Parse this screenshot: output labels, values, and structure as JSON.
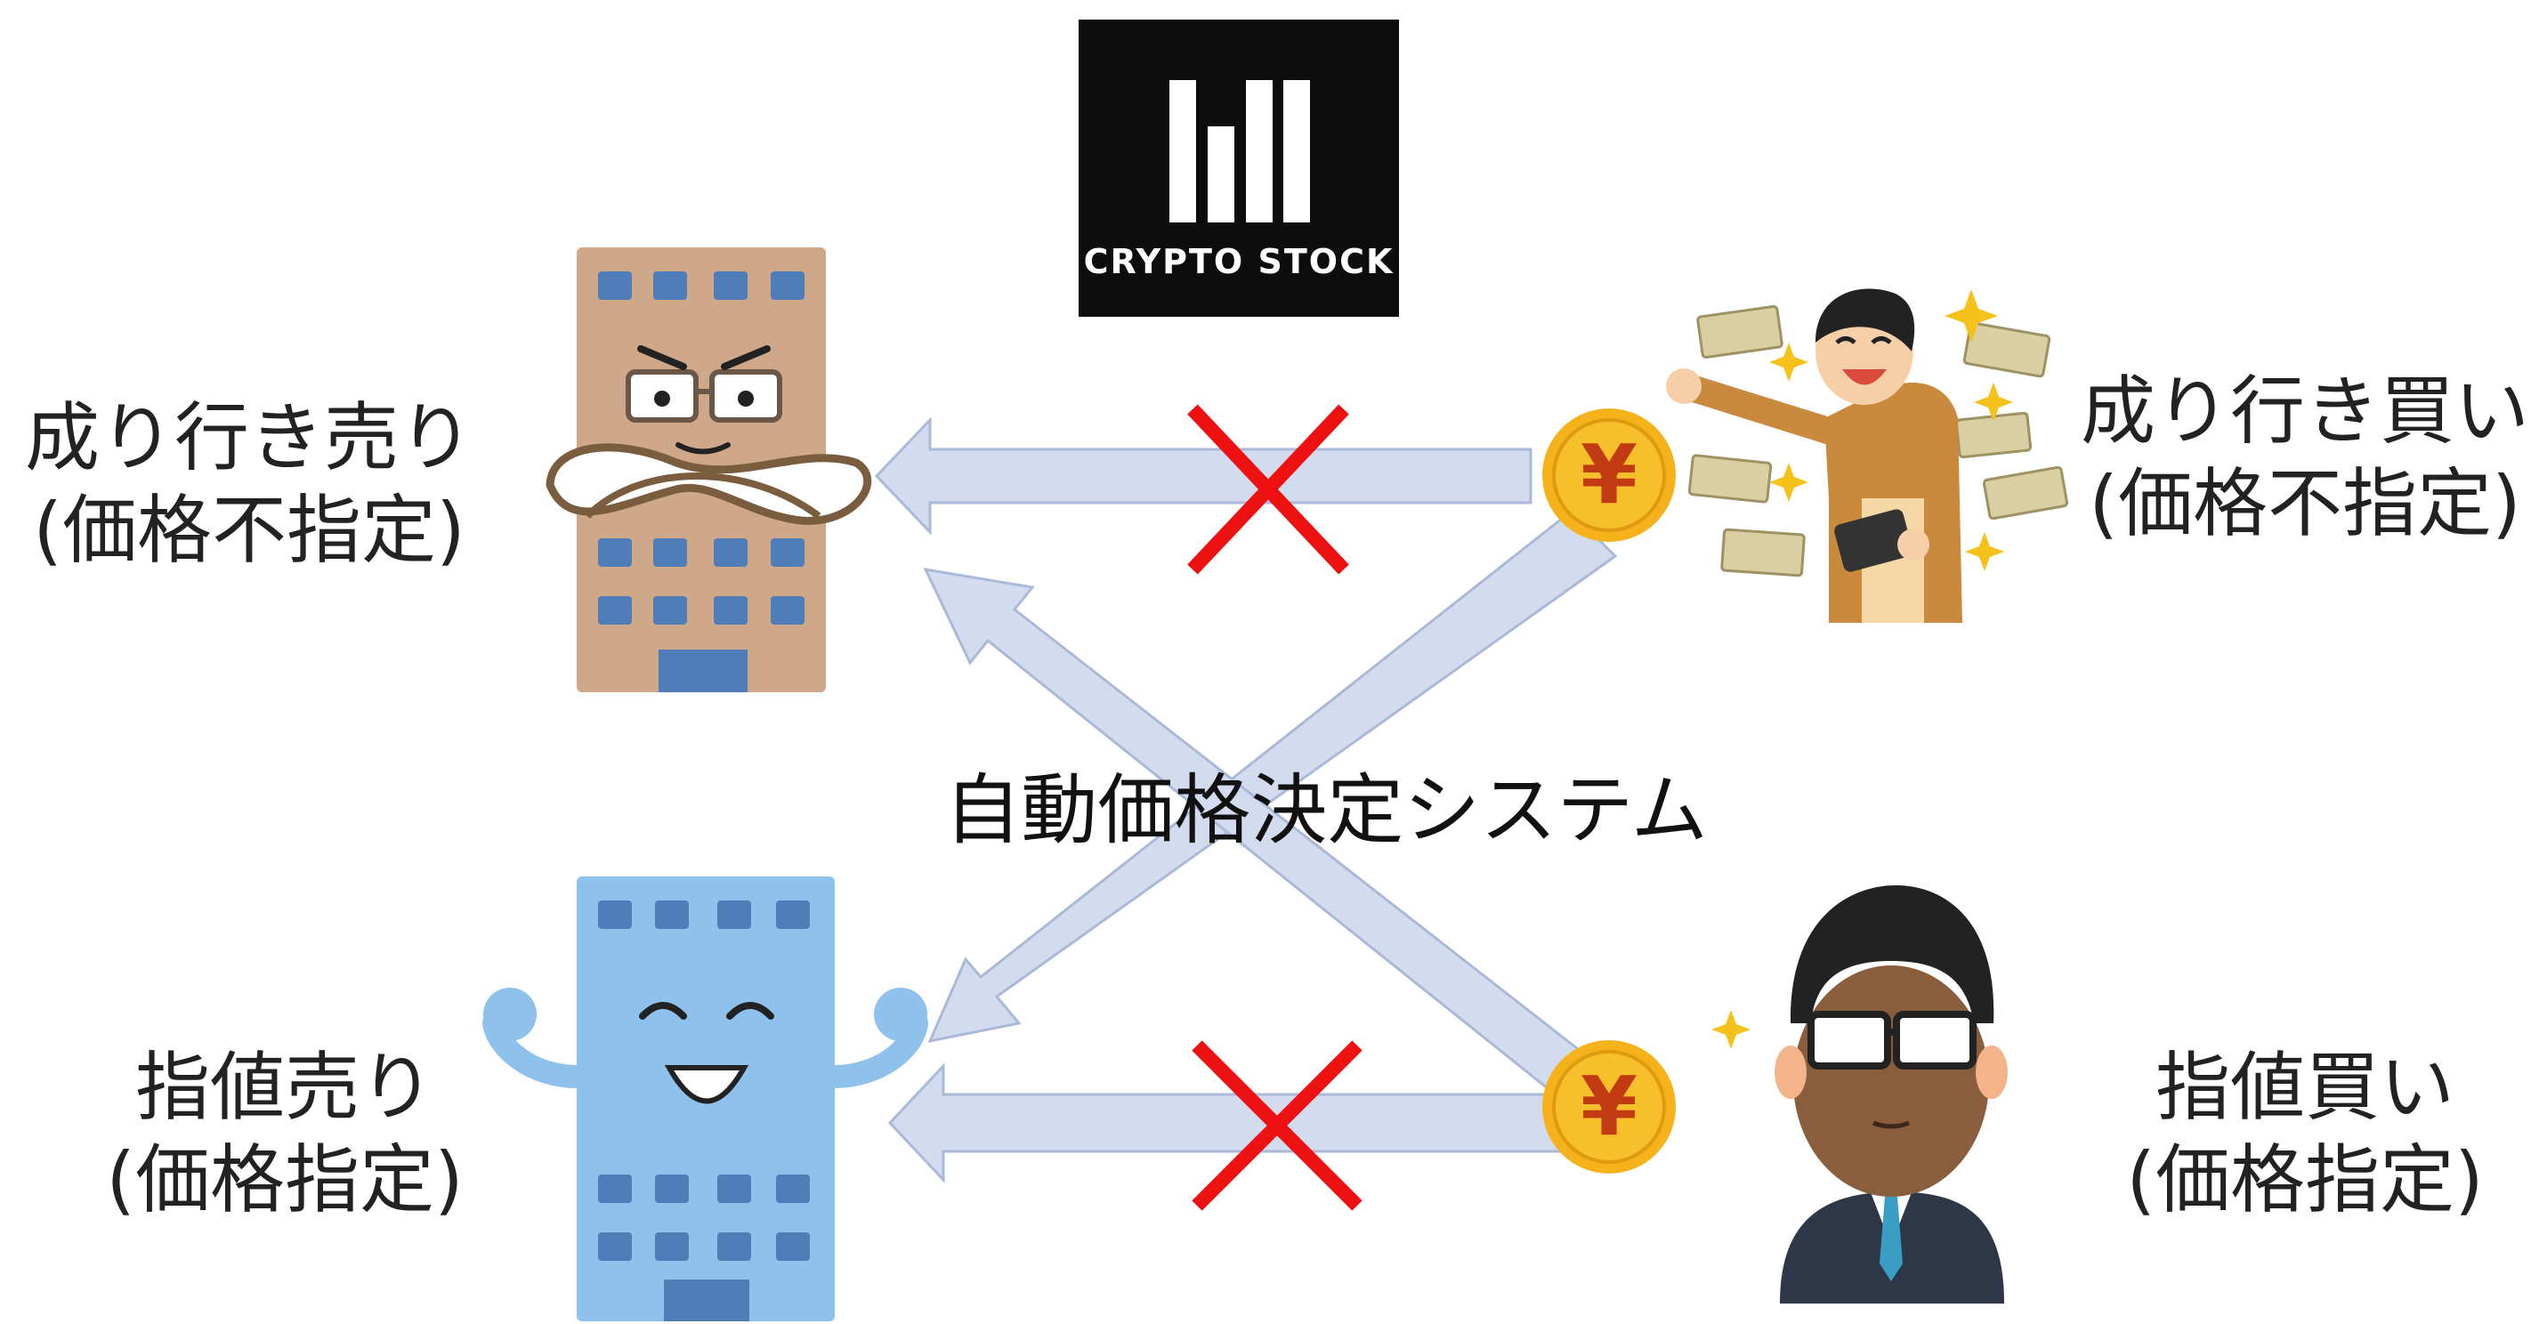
{
  "logo": {
    "text": "CRYPTO STOCK"
  },
  "center_label": "自動価格決定システム",
  "market_sell": {
    "line1": "成り行き売り",
    "line2": "(価格不指定)"
  },
  "market_buy": {
    "line1": "成り行き買い",
    "line2": "(価格不指定)"
  },
  "limit_sell": {
    "line1": "指値売り",
    "line2": "(価格指定)"
  },
  "limit_buy": {
    "line1": "指値買い",
    "line2": "(価格指定)"
  },
  "coin_symbol": "¥",
  "colors": {
    "arrow_fill": "#d3dcef",
    "arrow_stroke": "#aab9d8",
    "cross": "#ee1111",
    "coin": "#f5b21b",
    "coin_symbol": "#c23a12",
    "market_building": "#cfa88a",
    "limit_building": "#8ec2ec",
    "window_blue": "#4f7db8"
  },
  "icons": {
    "logo": "bar-chart-logo-icon",
    "market_sell": "grumpy-building-icon",
    "limit_sell": "happy-building-icon",
    "market_buy": "rich-man-throwing-money-icon",
    "limit_buy": "businessman-with-glasses-icon",
    "coin": "yen-coin-icon",
    "blocked": "red-x-icon"
  }
}
